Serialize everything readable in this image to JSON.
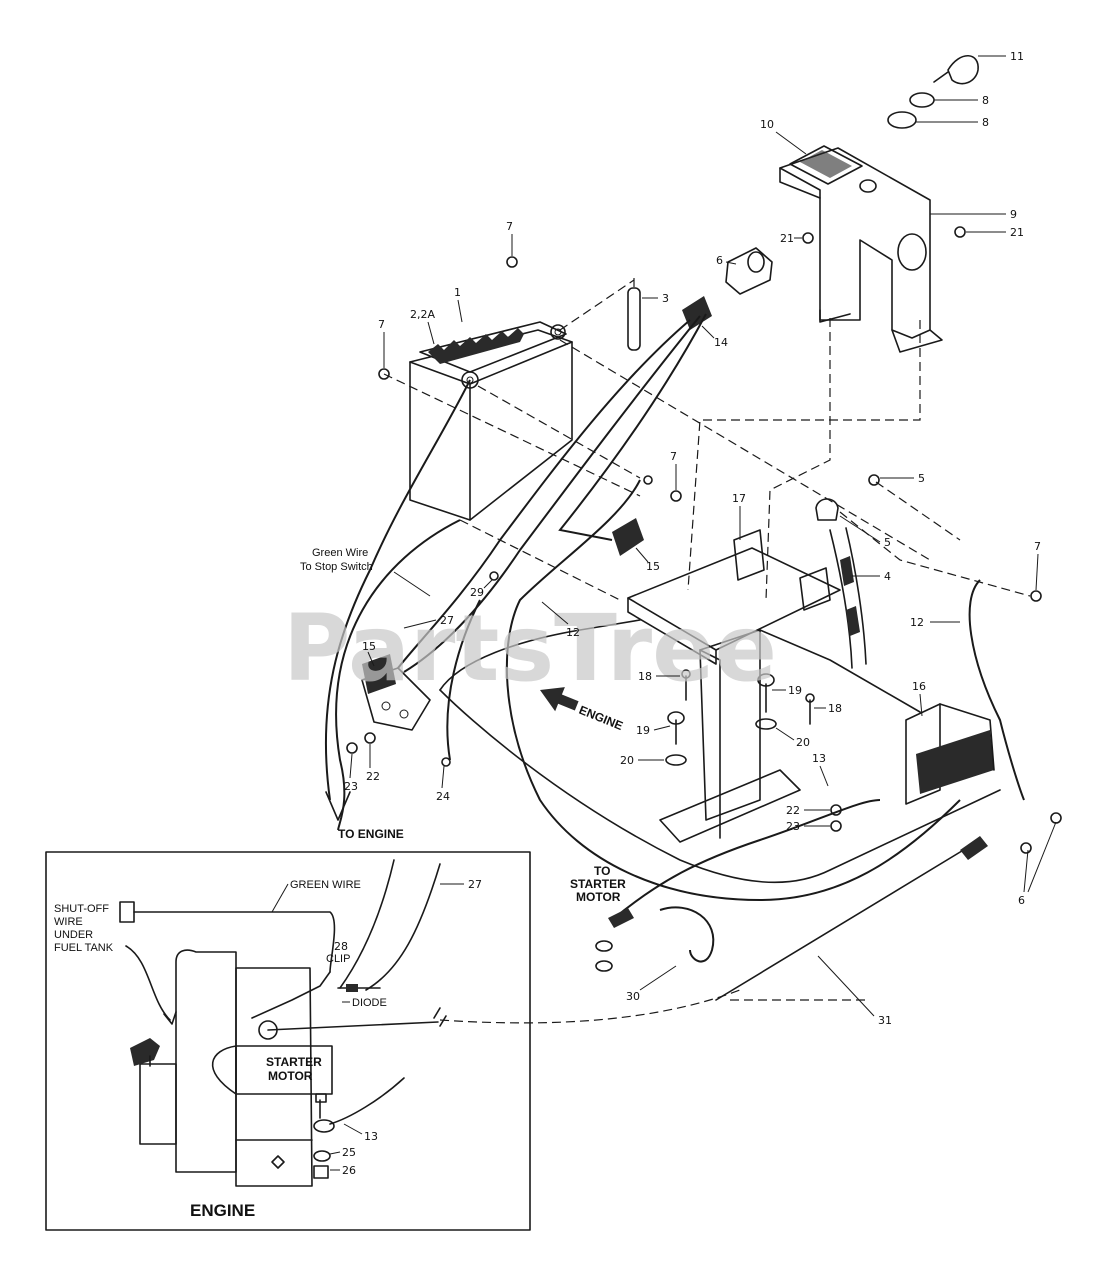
{
  "watermark": "PartsTree",
  "parts": [
    {
      "id": "1",
      "label": "1"
    },
    {
      "id": "2_2a",
      "label": "2,2A"
    },
    {
      "id": "3",
      "label": "3"
    },
    {
      "id": "4",
      "label": "4"
    },
    {
      "id": "5a",
      "label": "5"
    },
    {
      "id": "5b",
      "label": "5"
    },
    {
      "id": "6a",
      "label": "6"
    },
    {
      "id": "6b",
      "label": "6"
    },
    {
      "id": "7a",
      "label": "7"
    },
    {
      "id": "7b",
      "label": "7"
    },
    {
      "id": "7c",
      "label": "7"
    },
    {
      "id": "7d",
      "label": "7"
    },
    {
      "id": "8a",
      "label": "8"
    },
    {
      "id": "8b",
      "label": "8"
    },
    {
      "id": "9",
      "label": "9"
    },
    {
      "id": "10",
      "label": "10"
    },
    {
      "id": "11",
      "label": "11"
    },
    {
      "id": "12a",
      "label": "12"
    },
    {
      "id": "12b",
      "label": "12"
    },
    {
      "id": "13a",
      "label": "13"
    },
    {
      "id": "13b",
      "label": "13"
    },
    {
      "id": "14",
      "label": "14"
    },
    {
      "id": "15a",
      "label": "15"
    },
    {
      "id": "15b",
      "label": "15"
    },
    {
      "id": "16",
      "label": "16"
    },
    {
      "id": "17",
      "label": "17"
    },
    {
      "id": "18a",
      "label": "18"
    },
    {
      "id": "18b",
      "label": "18"
    },
    {
      "id": "19a",
      "label": "19"
    },
    {
      "id": "19b",
      "label": "19"
    },
    {
      "id": "20a",
      "label": "20"
    },
    {
      "id": "20b",
      "label": "20"
    },
    {
      "id": "21a",
      "label": "21"
    },
    {
      "id": "21b",
      "label": "21"
    },
    {
      "id": "22a",
      "label": "22"
    },
    {
      "id": "22b",
      "label": "22"
    },
    {
      "id": "23a",
      "label": "23"
    },
    {
      "id": "23b",
      "label": "23"
    },
    {
      "id": "24",
      "label": "24"
    },
    {
      "id": "25",
      "label": "25"
    },
    {
      "id": "26",
      "label": "26"
    },
    {
      "id": "27a",
      "label": "27"
    },
    {
      "id": "27b",
      "label": "27"
    },
    {
      "id": "28",
      "label": "28"
    },
    {
      "id": "29",
      "label": "29"
    },
    {
      "id": "30",
      "label": "30"
    },
    {
      "id": "31",
      "label": "31"
    }
  ],
  "annotations": {
    "green_wire_line1": "Green Wire",
    "green_wire_line2": "To Stop Switch",
    "to_engine": "TO ENGINE",
    "engine_arrow": "ENGINE",
    "to_starter_line1": "TO",
    "to_starter_line2": "STARTER",
    "to_starter_line3": "MOTOR"
  },
  "inset": {
    "title": "ENGINE",
    "shutoff_line1": "SHUT-OFF",
    "shutoff_line2": "WIRE",
    "shutoff_line3": "UNDER",
    "shutoff_line4": "FUEL TANK",
    "green_wire": "GREEN WIRE",
    "clip": "CLIP",
    "diode": "DIODE",
    "starter_line1": "STARTER",
    "starter_line2": "MOTOR"
  }
}
